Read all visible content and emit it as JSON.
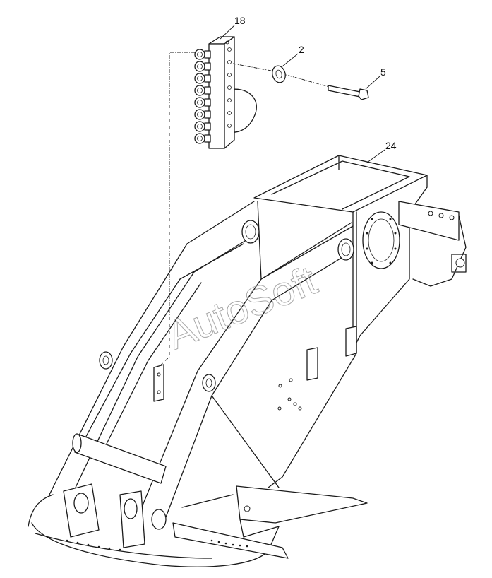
{
  "diagram": {
    "callouts": [
      {
        "id": "18",
        "label": "18"
      },
      {
        "id": "2",
        "label": "2"
      },
      {
        "id": "5",
        "label": "5"
      },
      {
        "id": "24",
        "label": "24"
      }
    ],
    "watermark": "AutoSoft"
  }
}
